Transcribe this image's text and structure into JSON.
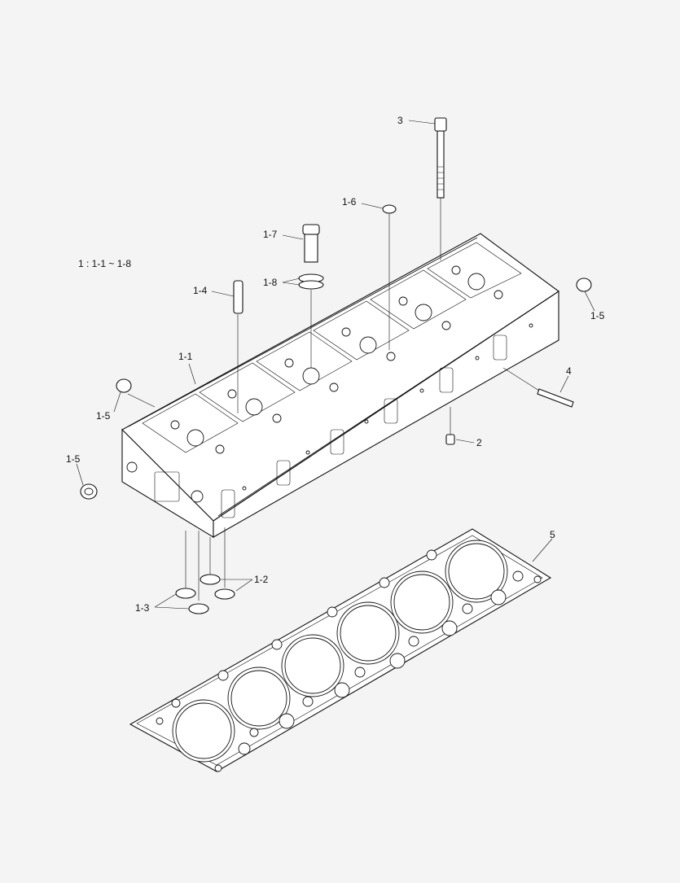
{
  "diagram": {
    "range_note": "1 : 1-1 ~ 1-8",
    "callouts": {
      "p3": "3",
      "p1_6": "1-6",
      "p1_7": "1-7",
      "p1_8": "1-8",
      "p1_4": "1-4",
      "p1_1": "1-1",
      "p1_5_top_right": "1-5",
      "p1_5_left": "1-5",
      "p1_5_front": "1-5",
      "p4": "4",
      "p2": "2",
      "p5": "5",
      "p1_2": "1-2",
      "p1_3": "1-3"
    }
  }
}
